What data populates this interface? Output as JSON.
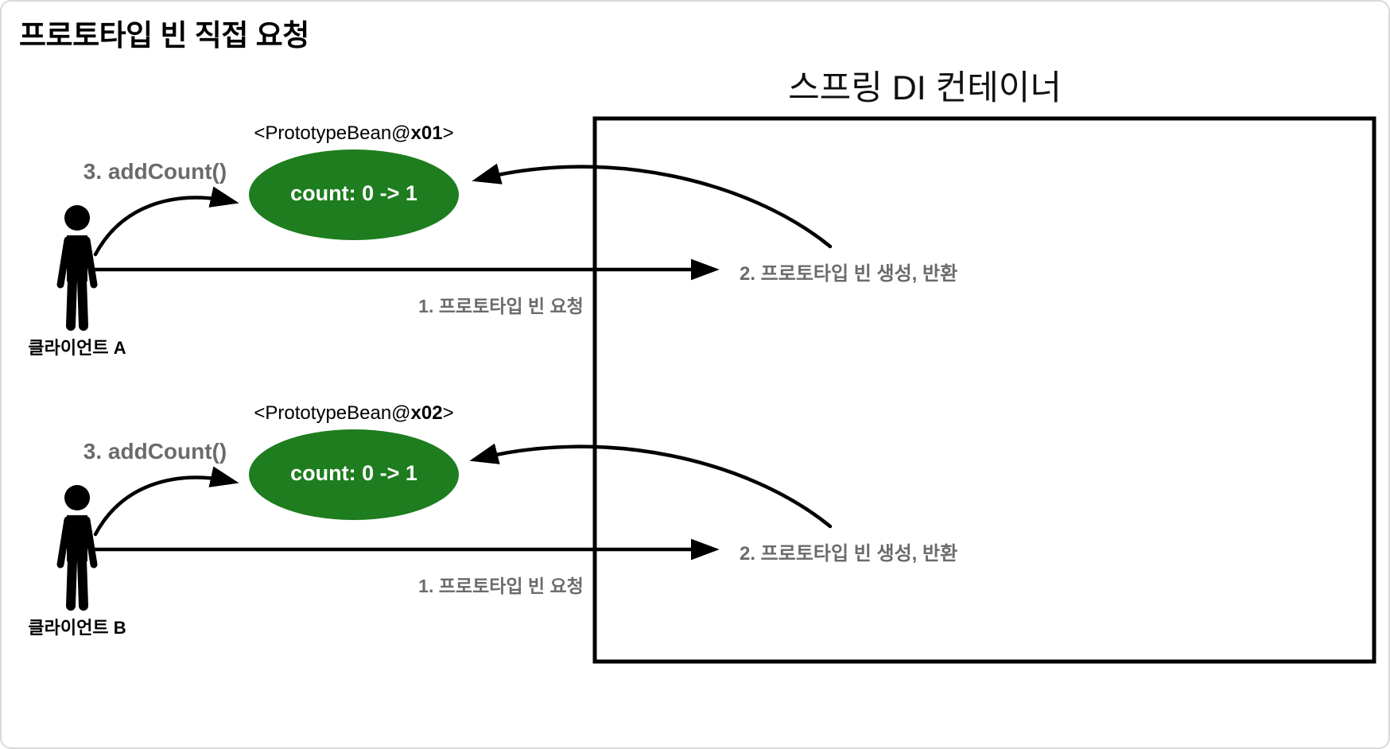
{
  "page": {
    "title": "프로토타입 빈 직접 요청",
    "container_label": "스프링 DI 컨테이너"
  },
  "colors": {
    "bean_fill": "#1e7d1e",
    "label_gray": "#6b6b6b",
    "line_black": "#000000"
  },
  "icons": {
    "client_a": "person-icon",
    "client_b": "person-icon",
    "arrowhead": "arrow-right-icon"
  },
  "groups": [
    {
      "bean_caption_prefix": "<PrototypeBean@",
      "bean_caption_id": "x01",
      "bean_caption_suffix": ">",
      "bean_count_text": "count: 0 -> 1",
      "addcount_label": "3. addCount()",
      "request_label": "1. 프로토타입 빈 요청",
      "create_label": "2. 프로토타입 빈 생성, 반환",
      "client_name": "클라이언트",
      "client_id": "A"
    },
    {
      "bean_caption_prefix": "<PrototypeBean@",
      "bean_caption_id": "x02",
      "bean_caption_suffix": ">",
      "bean_count_text": "count: 0 -> 1",
      "addcount_label": "3. addCount()",
      "request_label": "1. 프로토타입 빈 요청",
      "create_label": "2. 프로토타입 빈 생성, 반환",
      "client_name": "클라이언트",
      "client_id": "B"
    }
  ]
}
